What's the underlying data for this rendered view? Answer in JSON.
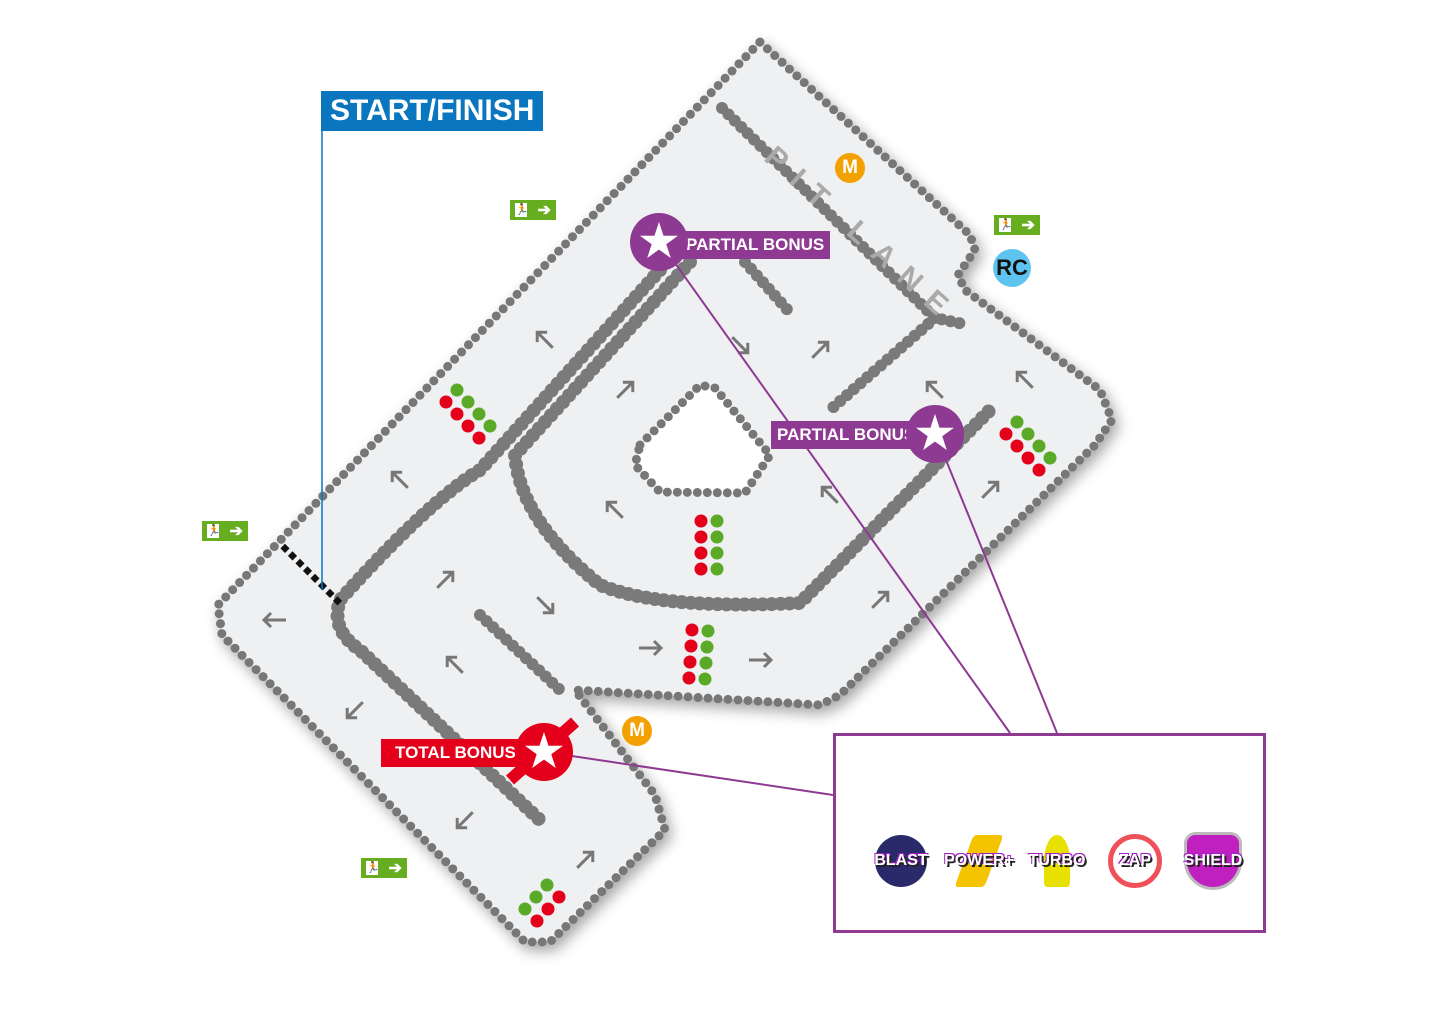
{
  "labels": {
    "start_finish": "START/FINISH",
    "pit_lane": "PIT LANE",
    "partial_bonus_1": "PARTIAL BONUS",
    "partial_bonus_2": "PARTIAL BONUS",
    "total_bonus": "TOTAL BONUS",
    "race_control": "RC",
    "marshal_1": "M",
    "marshal_2": "M",
    "star": "★",
    "exit_arrow": "➔",
    "exit_man": "🏃"
  },
  "bonus_box": {
    "items": [
      {
        "label": "BLAST",
        "color": "#2a2a6a"
      },
      {
        "label": "POWER+",
        "color": "#f5c400"
      },
      {
        "label": "TURBO",
        "color": "#e8e000"
      },
      {
        "label": "ZAP",
        "color": "#f0505a"
      },
      {
        "label": "SHIELD",
        "color": "#c020c0"
      }
    ]
  },
  "colors": {
    "start_finish": "#0a76c0",
    "partial_bonus": "#8e3a92",
    "total_bonus": "#e4001b",
    "marshal": "#f2a100",
    "race_control": "#5ec4ef",
    "exit": "#66ad1f",
    "track": "#eef0f2"
  }
}
